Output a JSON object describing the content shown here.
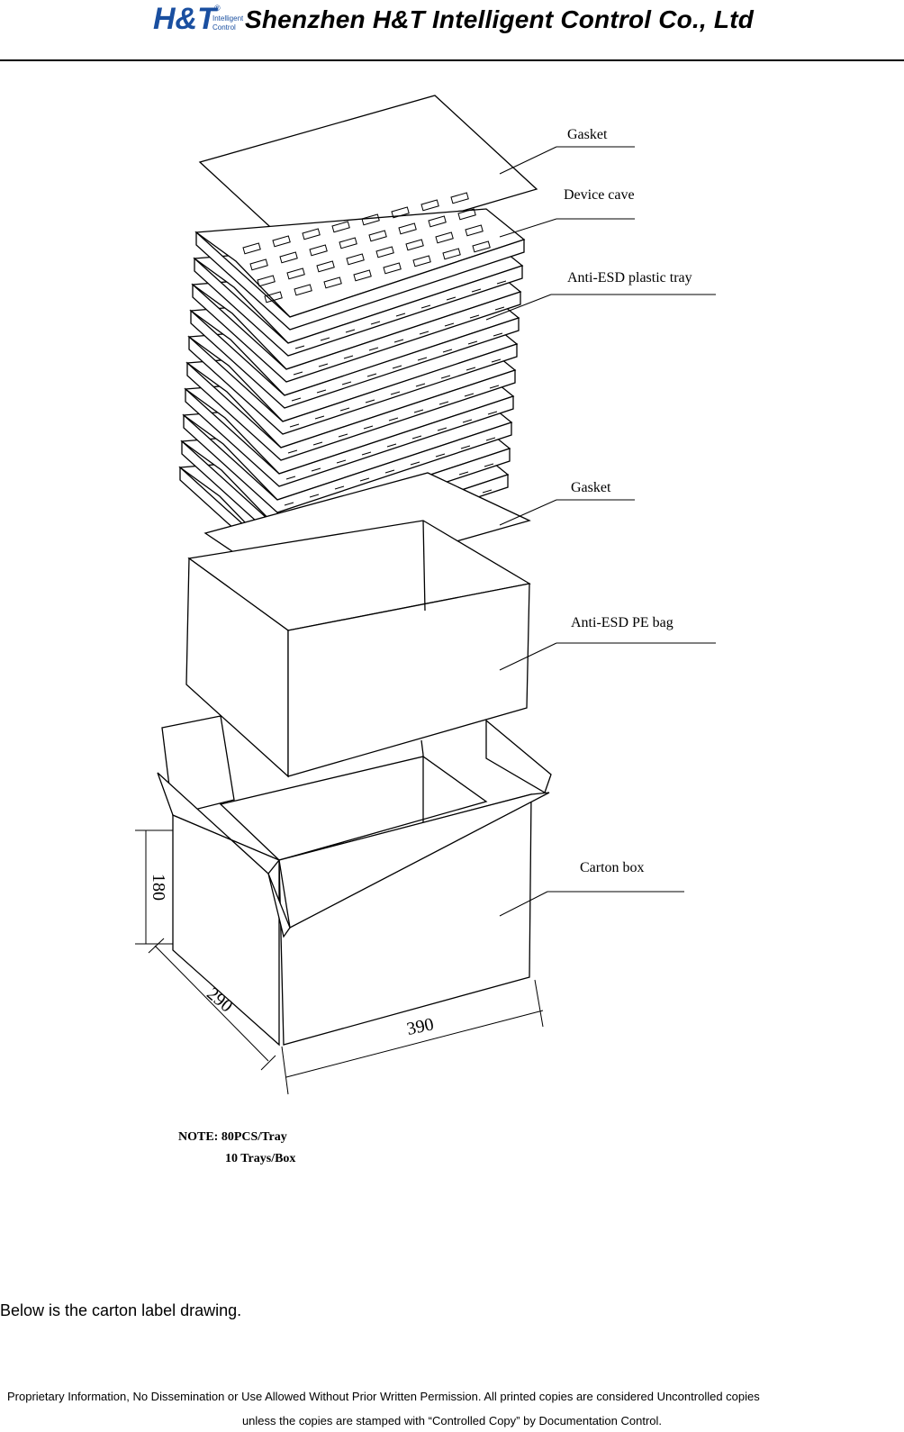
{
  "header": {
    "logo_text": "H&T",
    "logo_sub1": "Intelligent",
    "logo_sub2": "Control",
    "logo_mark": "®",
    "company": "Shenzhen H&T Intelligent Control Co., Ltd"
  },
  "drawing": {
    "labels": {
      "gasket_top": "Gasket",
      "device_cave": "Device cave",
      "tray": "Anti-ESD plastic tray",
      "gasket_bottom": "Gasket",
      "pe_bag": "Anti-ESD PE bag",
      "carton": "Carton box"
    },
    "dimensions": {
      "height": "180",
      "depth": "290",
      "width": "390"
    },
    "note": {
      "line1": "NOTE:  80PCS/Tray",
      "line2": "10 Trays/Box"
    }
  },
  "caption": "Below is the carton label drawing.",
  "footer": {
    "line1": "Proprietary Information, No Dissemination or Use Allowed Without Prior Written Permission. All printed copies are considered Uncontrolled copies",
    "line2": "unless the copies are stamped with “Controlled Copy” by Documentation Control."
  },
  "colors": {
    "ink": "#000000",
    "logo_blue": "#1a4fa0"
  }
}
